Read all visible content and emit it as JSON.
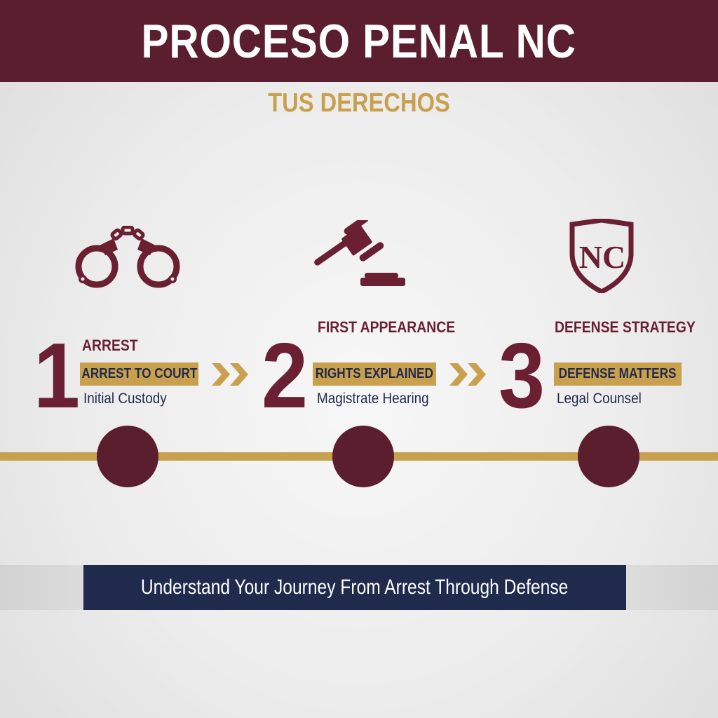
{
  "header": {
    "title": "PROCESO PENAL NC"
  },
  "subtitle": "TUS DERECHOS",
  "colors": {
    "maroon": "#5a1e2e",
    "gold": "#c9a04e",
    "navy": "#1f2a4d",
    "background": "#ececec"
  },
  "steps": [
    {
      "number": "1",
      "title": "ARREST",
      "tag": "ARREST TO COURT",
      "description": "Initial Custody",
      "icon": "handcuffs-icon"
    },
    {
      "number": "2",
      "title": "FIRST APPEARANCE",
      "tag": "RIGHTS EXPLAINED",
      "description": "Magistrate Hearing",
      "icon": "gavel-icon"
    },
    {
      "number": "3",
      "title": "DEFENSE STRATEGY",
      "tag": "DEFENSE MATTERS",
      "description": "Legal Counsel",
      "icon": "nc-shield-icon",
      "icon_text": "NC"
    }
  ],
  "connectors": [
    "double-chevron-right-icon",
    "double-chevron-right-icon"
  ],
  "timeline": {
    "nodes": 3
  },
  "banner": {
    "text": "Understand Your Journey From Arrest Through Defense"
  }
}
